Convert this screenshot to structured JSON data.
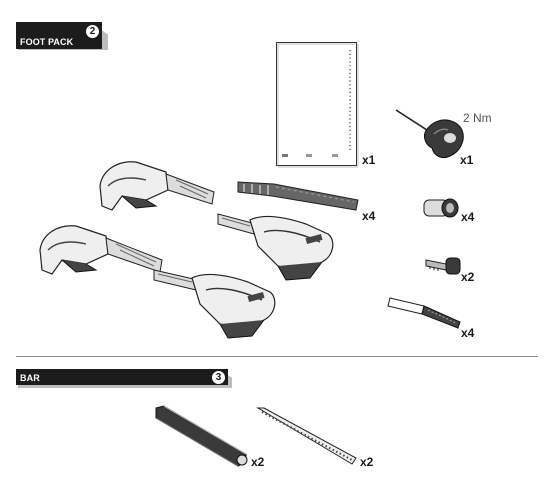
{
  "sections": {
    "foot_pack": {
      "label": "FOOT PACK",
      "number": "2"
    },
    "bar": {
      "label": "BAR",
      "number": "3"
    }
  },
  "parts": {
    "manual_qty": "x1",
    "torque_key_qty": "x1",
    "torque_value": "2 Nm",
    "strap_qty": "x4",
    "lock_cylinder_qty": "x4",
    "key_qty": "x2",
    "pad_qty": "x4",
    "bar_qty": "x2",
    "rubber_strip_qty": "x2"
  }
}
